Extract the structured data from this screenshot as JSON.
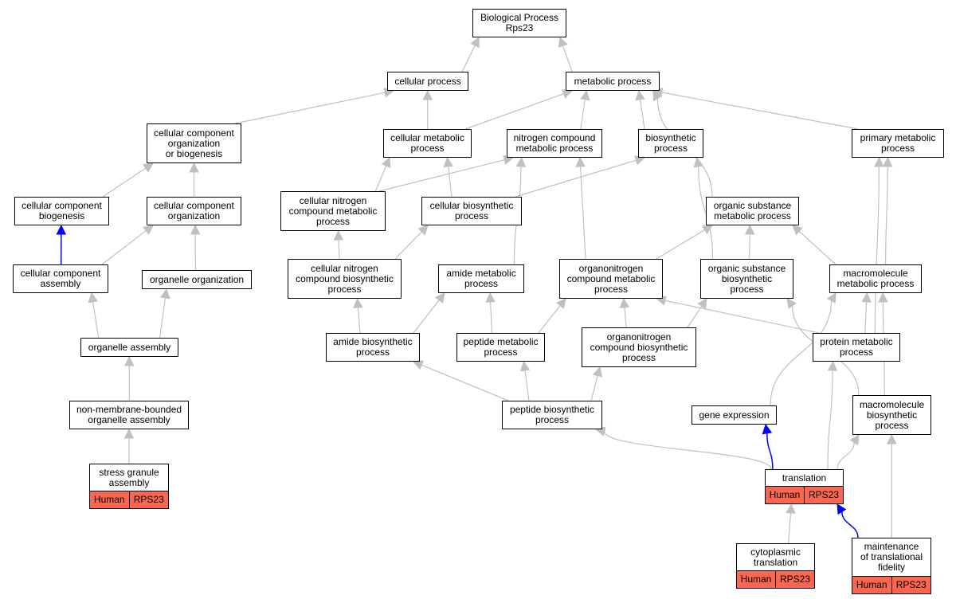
{
  "colors": {
    "edge": "#c0c0c0",
    "highlight_edge": "#0000ff",
    "annotation_fill": "#fa6650",
    "node_border": "#000000"
  },
  "nodes": {
    "root": [
      "Biological Process",
      "Rps23"
    ],
    "cellular_process": [
      "cellular process"
    ],
    "metabolic_process": [
      "metabolic process"
    ],
    "ccob": [
      "cellular component",
      "organization",
      "or biogenesis"
    ],
    "cellular_metabolic": [
      "cellular metabolic",
      "process"
    ],
    "nitrogen_compound_metabolic": [
      "nitrogen compound",
      "metabolic process"
    ],
    "biosynthetic": [
      "biosynthetic",
      "process"
    ],
    "primary_metabolic": [
      "primary metabolic",
      "process"
    ],
    "cc_biogenesis": [
      "cellular component",
      "biogenesis"
    ],
    "cc_organization": [
      "cellular component",
      "organization"
    ],
    "cell_nitrogen_metabolic": [
      "cellular nitrogen",
      "compound metabolic",
      "process"
    ],
    "cellular_biosynthetic": [
      "cellular biosynthetic",
      "process"
    ],
    "organic_substance_metabolic": [
      "organic substance",
      "metabolic process"
    ],
    "cc_assembly": [
      "cellular component",
      "assembly"
    ],
    "organelle_organization": [
      "organelle organization"
    ],
    "cell_nitrogen_biosynthetic": [
      "cellular nitrogen",
      "compound biosynthetic",
      "process"
    ],
    "amide_metabolic": [
      "amide metabolic",
      "process"
    ],
    "organonitrogen_metabolic": [
      "organonitrogen",
      "compound metabolic",
      "process"
    ],
    "organic_substance_biosynthetic": [
      "organic substance",
      "biosynthetic",
      "process"
    ],
    "macromolecule_metabolic": [
      "macromolecule",
      "metabolic process"
    ],
    "organelle_assembly": [
      "organelle assembly"
    ],
    "amide_biosynthetic": [
      "amide biosynthetic",
      "process"
    ],
    "peptide_metabolic": [
      "peptide metabolic",
      "process"
    ],
    "organonitrogen_biosynthetic": [
      "organonitrogen",
      "compound biosynthetic",
      "process"
    ],
    "protein_metabolic": [
      "protein metabolic",
      "process"
    ],
    "non_membrane_assembly": [
      "non-membrane-bounded",
      "organelle assembly"
    ],
    "peptide_biosynthetic": [
      "peptide biosynthetic",
      "process"
    ],
    "gene_expression": [
      "gene expression"
    ],
    "macromolecule_biosynthetic": [
      "macromolecule",
      "biosynthetic",
      "process"
    ],
    "stress_granule": [
      "stress granule",
      "assembly"
    ],
    "translation": [
      "translation"
    ],
    "cytoplasmic_translation": [
      "cytoplasmic",
      "translation"
    ],
    "maintenance_fidelity": [
      "maintenance",
      "of translational",
      "fidelity"
    ]
  },
  "annotations": {
    "stress_granule": [
      "Human",
      "RPS23"
    ],
    "translation": [
      "Human",
      "RPS23"
    ],
    "cytoplasmic_translation": [
      "Human",
      "RPS23"
    ],
    "maintenance_fidelity": [
      "Human",
      "RPS23"
    ]
  },
  "edges": [
    {
      "from": "cellular_process",
      "to": "root"
    },
    {
      "from": "metabolic_process",
      "to": "root"
    },
    {
      "from": "ccob",
      "to": "cellular_process"
    },
    {
      "from": "cellular_metabolic",
      "to": "cellular_process"
    },
    {
      "from": "cellular_metabolic",
      "to": "metabolic_process"
    },
    {
      "from": "nitrogen_compound_metabolic",
      "to": "metabolic_process"
    },
    {
      "from": "biosynthetic",
      "to": "metabolic_process"
    },
    {
      "from": "primary_metabolic",
      "to": "metabolic_process"
    },
    {
      "from": "organic_substance_metabolic",
      "to": "metabolic_process",
      "curve": true
    },
    {
      "from": "cc_biogenesis",
      "to": "ccob"
    },
    {
      "from": "cc_organization",
      "to": "ccob"
    },
    {
      "from": "cell_nitrogen_metabolic",
      "to": "cellular_metabolic"
    },
    {
      "from": "cell_nitrogen_metabolic",
      "to": "nitrogen_compound_metabolic"
    },
    {
      "from": "cellular_biosynthetic",
      "to": "cellular_metabolic"
    },
    {
      "from": "cellular_biosynthetic",
      "to": "biosynthetic"
    },
    {
      "from": "cc_assembly",
      "to": "cc_biogenesis",
      "highlight": true
    },
    {
      "from": "cc_assembly",
      "to": "cc_organization"
    },
    {
      "from": "organelle_organization",
      "to": "cc_organization"
    },
    {
      "from": "cell_nitrogen_biosynthetic",
      "to": "cell_nitrogen_metabolic"
    },
    {
      "from": "cell_nitrogen_biosynthetic",
      "to": "cellular_biosynthetic"
    },
    {
      "from": "amide_metabolic",
      "to": "nitrogen_compound_metabolic",
      "curve": true
    },
    {
      "from": "organonitrogen_metabolic",
      "to": "nitrogen_compound_metabolic"
    },
    {
      "from": "organonitrogen_metabolic",
      "to": "organic_substance_metabolic"
    },
    {
      "from": "organic_substance_biosynthetic",
      "to": "organic_substance_metabolic"
    },
    {
      "from": "organic_substance_biosynthetic",
      "to": "biosynthetic",
      "curve": true
    },
    {
      "from": "macromolecule_metabolic",
      "to": "organic_substance_metabolic"
    },
    {
      "from": "macromolecule_metabolic",
      "to": "primary_metabolic",
      "curve": true
    },
    {
      "from": "organelle_assembly",
      "to": "cc_assembly"
    },
    {
      "from": "organelle_assembly",
      "to": "organelle_organization"
    },
    {
      "from": "amide_biosynthetic",
      "to": "amide_metabolic"
    },
    {
      "from": "amide_biosynthetic",
      "to": "cell_nitrogen_biosynthetic"
    },
    {
      "from": "peptide_metabolic",
      "to": "amide_metabolic"
    },
    {
      "from": "peptide_metabolic",
      "to": "organonitrogen_metabolic"
    },
    {
      "from": "organonitrogen_biosynthetic",
      "to": "organonitrogen_metabolic"
    },
    {
      "from": "organonitrogen_biosynthetic",
      "to": "organic_substance_biosynthetic"
    },
    {
      "from": "protein_metabolic",
      "to": "organonitrogen_metabolic"
    },
    {
      "from": "protein_metabolic",
      "to": "macromolecule_metabolic"
    },
    {
      "from": "protein_metabolic",
      "to": "primary_metabolic",
      "curve": true
    },
    {
      "from": "non_membrane_assembly",
      "to": "organelle_assembly"
    },
    {
      "from": "peptide_biosynthetic",
      "to": "amide_biosynthetic"
    },
    {
      "from": "peptide_biosynthetic",
      "to": "peptide_metabolic"
    },
    {
      "from": "peptide_biosynthetic",
      "to": "organonitrogen_biosynthetic"
    },
    {
      "from": "gene_expression",
      "to": "macromolecule_metabolic",
      "curve": true
    },
    {
      "from": "macromolecule_biosynthetic",
      "to": "macromolecule_metabolic",
      "curve": true
    },
    {
      "from": "macromolecule_biosynthetic",
      "to": "organic_substance_biosynthetic",
      "curve": true
    },
    {
      "from": "stress_granule",
      "to": "non_membrane_assembly"
    },
    {
      "from": "translation",
      "to": "peptide_biosynthetic",
      "curve": true
    },
    {
      "from": "translation",
      "to": "gene_expression",
      "highlight": true,
      "curve": true
    },
    {
      "from": "translation",
      "to": "protein_metabolic",
      "curve": true
    },
    {
      "from": "translation",
      "to": "macromolecule_biosynthetic",
      "curve": true
    },
    {
      "from": "cytoplasmic_translation",
      "to": "translation"
    },
    {
      "from": "maintenance_fidelity",
      "to": "translation",
      "highlight": true,
      "curve": true
    },
    {
      "from": "maintenance_fidelity",
      "to": "macromolecule_biosynthetic"
    }
  ]
}
